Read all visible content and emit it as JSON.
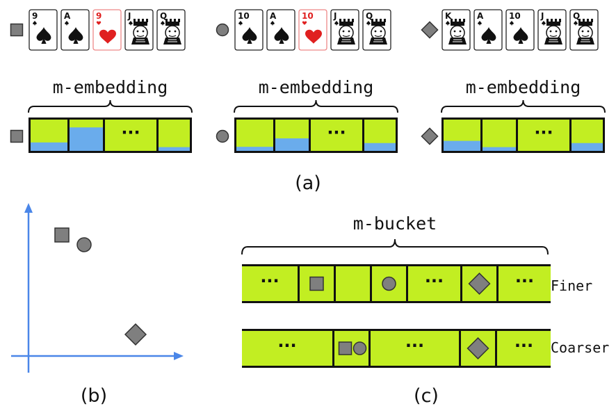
{
  "colors": {
    "green": "#c2ee22",
    "blue": "#6aacec",
    "shape_fill": "#7f7f7f",
    "axis": "#4a86e8",
    "red": "#e02020",
    "black": "#111111"
  },
  "panel_a": {
    "caption": "(a)",
    "groups": [
      {
        "marker": "square",
        "cards": [
          {
            "rank": "9",
            "suit": "spade"
          },
          {
            "rank": "A",
            "suit": "spade"
          },
          {
            "rank": "9",
            "suit": "heart"
          },
          {
            "rank": "J",
            "suit": "spade"
          },
          {
            "rank": "Q",
            "suit": "spade"
          }
        ],
        "embedding_label": "m-embedding",
        "bucket_fills": [
          0.27,
          0.75,
          null,
          0.12
        ]
      },
      {
        "marker": "circle",
        "cards": [
          {
            "rank": "10",
            "suit": "spade"
          },
          {
            "rank": "A",
            "suit": "spade"
          },
          {
            "rank": "10",
            "suit": "heart"
          },
          {
            "rank": "J",
            "suit": "spade"
          },
          {
            "rank": "Q",
            "suit": "spade"
          }
        ],
        "embedding_label": "m-embedding",
        "bucket_fills": [
          0.13,
          0.4,
          null,
          0.25
        ]
      },
      {
        "marker": "diamond",
        "cards": [
          {
            "rank": "K",
            "suit": "spade"
          },
          {
            "rank": "A",
            "suit": "spade"
          },
          {
            "rank": "10",
            "suit": "spade"
          },
          {
            "rank": "J",
            "suit": "spade"
          },
          {
            "rank": "Q",
            "suit": "spade"
          }
        ],
        "embedding_label": "m-embedding",
        "bucket_fills": [
          0.32,
          0.12,
          null,
          0.25
        ]
      }
    ],
    "ellipsis": "···"
  },
  "panel_b": {
    "caption": "(b)"
  },
  "panel_c": {
    "caption": "(c)",
    "bucket_label": "m-bucket",
    "ellipsis": "···",
    "rows": [
      {
        "label": "Finer",
        "cells": [
          {
            "content": "ellipsis"
          },
          {
            "content": "square"
          },
          {
            "content": "empty"
          },
          {
            "content": "circle"
          },
          {
            "content": "ellipsis"
          },
          {
            "content": "diamond"
          },
          {
            "content": "ellipsis"
          }
        ]
      },
      {
        "label": "Coarser",
        "cells": [
          {
            "content": "ellipsis"
          },
          {
            "content": "square+circle"
          },
          {
            "content": "ellipsis"
          },
          {
            "content": "diamond"
          },
          {
            "content": "ellipsis"
          }
        ]
      }
    ]
  }
}
